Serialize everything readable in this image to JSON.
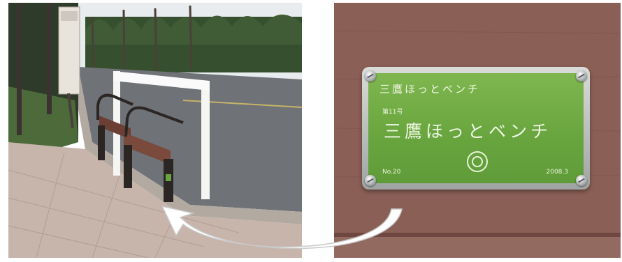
{
  "plaque": {
    "line_small": "三鷹ほっとベンチ",
    "number": "第11号",
    "line_large": "三鷹ほっとベンチ",
    "code": "No.20",
    "date": "2008.3"
  },
  "colors": {
    "plaque_green": "#6aa63f",
    "wood_brown": "#8a5f55",
    "arrow_white": "#ffffff"
  },
  "icons": {
    "seal": "city-emblem-icon",
    "arrow": "curved-arrow-icon"
  }
}
